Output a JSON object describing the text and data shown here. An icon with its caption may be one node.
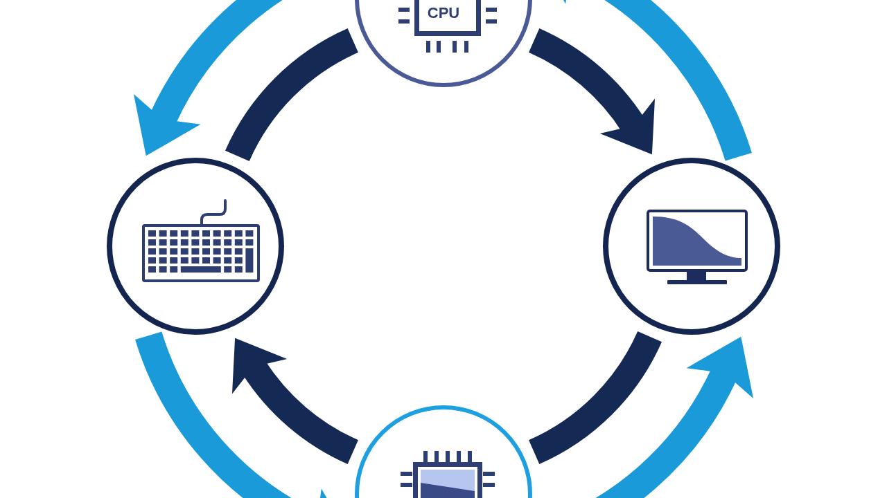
{
  "diagram": {
    "nodes": [
      {
        "text": [
          "CPU"
        ]
      },
      {
        "text": [],
        "shape": "circle"
      },
      {
        "text": [],
        "shape": "circle"
      },
      {
        "text": [],
        "shape": "circle"
      }
    ],
    "edges": [
      {
        "from": 0,
        "to": 2,
        "arrow": "to"
      },
      {
        "from": 2,
        "to": 3,
        "arrow": "none"
      },
      {
        "from": 3,
        "to": 1,
        "arrow": "to"
      },
      {
        "from": 1,
        "to": 0,
        "arrow": "none"
      },
      {
        "from": 0,
        "to": 1,
        "arrow": "to",
        "color": "#1a9ad9"
      },
      {
        "from": 1,
        "to": 3,
        "arrow": "to",
        "color": "#1a9ad9"
      },
      {
        "from": 3,
        "to": 2,
        "arrow": "to",
        "color": "#1a9ad9"
      },
      {
        "from": 2,
        "to": 0,
        "arrow": "to",
        "color": "#1a9ad9"
      }
    ]
  }
}
